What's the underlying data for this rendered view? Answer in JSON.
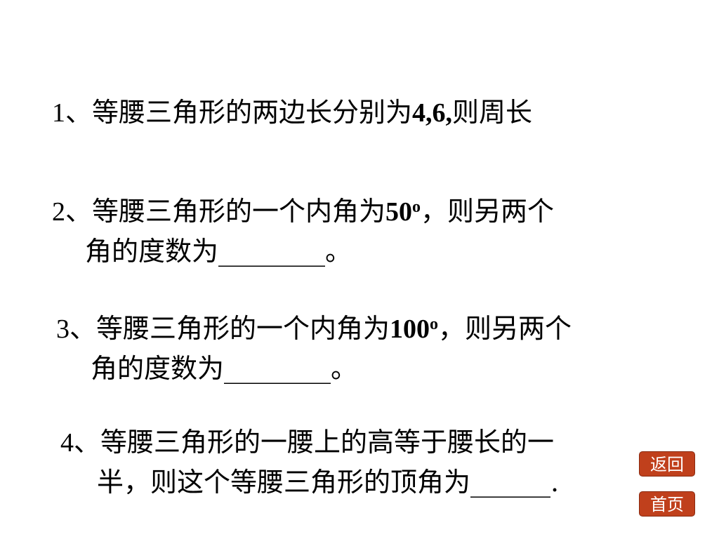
{
  "questions": [
    {
      "number": "1、",
      "text_a": "等腰三角形的两边长分别为",
      "bold": "4,6,",
      "text_b": "则周长"
    },
    {
      "number": "2、",
      "text_a": "等腰三角形的一个内角为",
      "bold": "50",
      "degree": "o",
      "text_b": "，则另两个",
      "line2": "角的度数为________。"
    },
    {
      "number": "3、",
      "text_a": "等腰三角形的一个内角为",
      "bold": "100",
      "degree": "o",
      "text_b": "，则另两个",
      "line2": "角的度数为________。"
    },
    {
      "number": "4、",
      "text_a": "等腰三角形的一腰上的高等于腰长的一",
      "line2": "半，则这个等腰三角形的顶角为______."
    }
  ],
  "nav": {
    "back_label": "返回",
    "home_label": "首页"
  },
  "colors": {
    "nav_button": "#c0401c",
    "text": "#000000",
    "background": "#ffffff"
  }
}
